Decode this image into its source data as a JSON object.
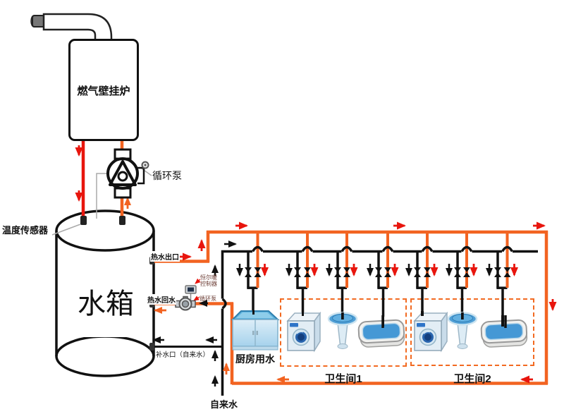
{
  "labels": {
    "boiler": "燃气壁挂炉",
    "boiler_pump": "循环泵",
    "temp_sensor": "温度传感器",
    "tank": "水箱",
    "hot_water_outlet": "热水出口",
    "hot_water_return": "热水回水",
    "controller_line1": "恒尔暖",
    "controller_line2": "控制器",
    "return_pump": "循环泵",
    "makeup_inlet": "补水口（自来水）",
    "tap_water": "自来水",
    "kitchen_water": "厨房用水",
    "bathroom1": "卫生间1",
    "bathroom2": "卫生间2"
  },
  "colors": {
    "hot_pipe_orange": "#f26321",
    "boiler_supply_red": "#e8150d",
    "cold_pipe_black": "#111111",
    "zone_dashed_orange": "#f26a21",
    "wire_gray": "#aaaaaa"
  },
  "icons": {
    "boiler_pump_icon": "circle-with-triangle pump symbol",
    "return_pump_icon": "small gray inline pump",
    "controller_icon": "controller box with dark screen",
    "valve_icon": "bowtie shut-off valve",
    "flow_arrow_icon": "flow direction arrow",
    "washing_machine_icon": "front-load washer",
    "pedestal_sink_icon": "pedestal wash basin",
    "bathtub_icon": "bathtub with water",
    "kitchen_cabinet_icon": "kitchen sink cabinet",
    "temp_sensor_icon": "tank top sensor fitting"
  }
}
